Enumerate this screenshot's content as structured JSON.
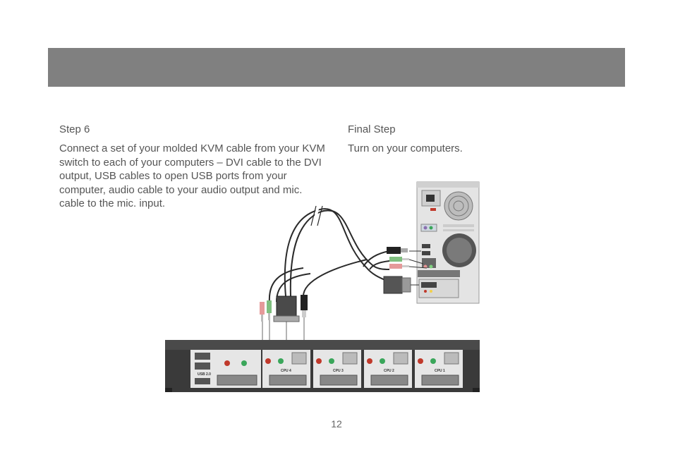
{
  "page": {
    "number": "12"
  },
  "step6": {
    "title": "Step 6",
    "body": "Connect a set of your molded KVM cable from your KVM switch to each of your computers – DVI cable to the DVI output, USB cables to open USB ports from your computer, audio cable to your audio output and mic. cable to the mic. input."
  },
  "final_step": {
    "title": "Final Step",
    "body": "Turn on your computers."
  },
  "kvm_switch": {
    "port_labels": [
      "CPU 4",
      "CPU 3",
      "CPU 2",
      "CPU 1"
    ],
    "usb_label": "USB 2.0"
  },
  "colors": {
    "header_bar": "#808080",
    "kvm_body": "#3a3a3a",
    "mic_jack": "#e8a0a0",
    "audio_jack": "#8fd08f"
  }
}
